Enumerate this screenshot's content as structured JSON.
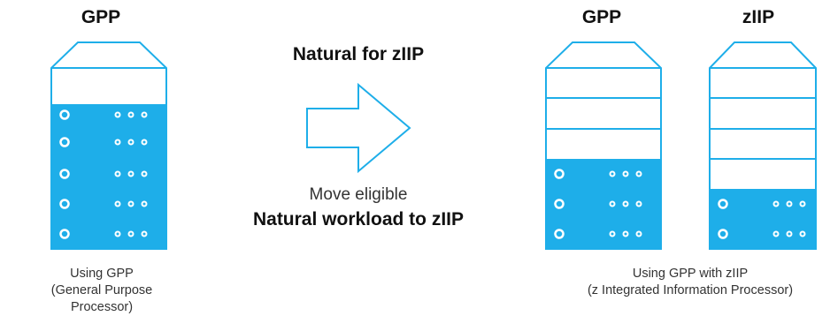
{
  "colors": {
    "accent": "#1eaee9",
    "fill": "#1eaee9",
    "background": "#ffffff"
  },
  "left": {
    "title": "GPP",
    "caption_line1": "Using GPP",
    "caption_line2": "(General Purpose Processor)"
  },
  "middle": {
    "heading": "Natural for zIIP",
    "line1": "Move eligible",
    "line2": "Natural workload to zIIP",
    "arrow_icon": "right-arrow-icon"
  },
  "right": {
    "title_gpp": "GPP",
    "title_ziip": "zIIP",
    "caption_line1": "Using GPP with zIIP",
    "caption_line2": "(z Integrated Information Processor)"
  }
}
